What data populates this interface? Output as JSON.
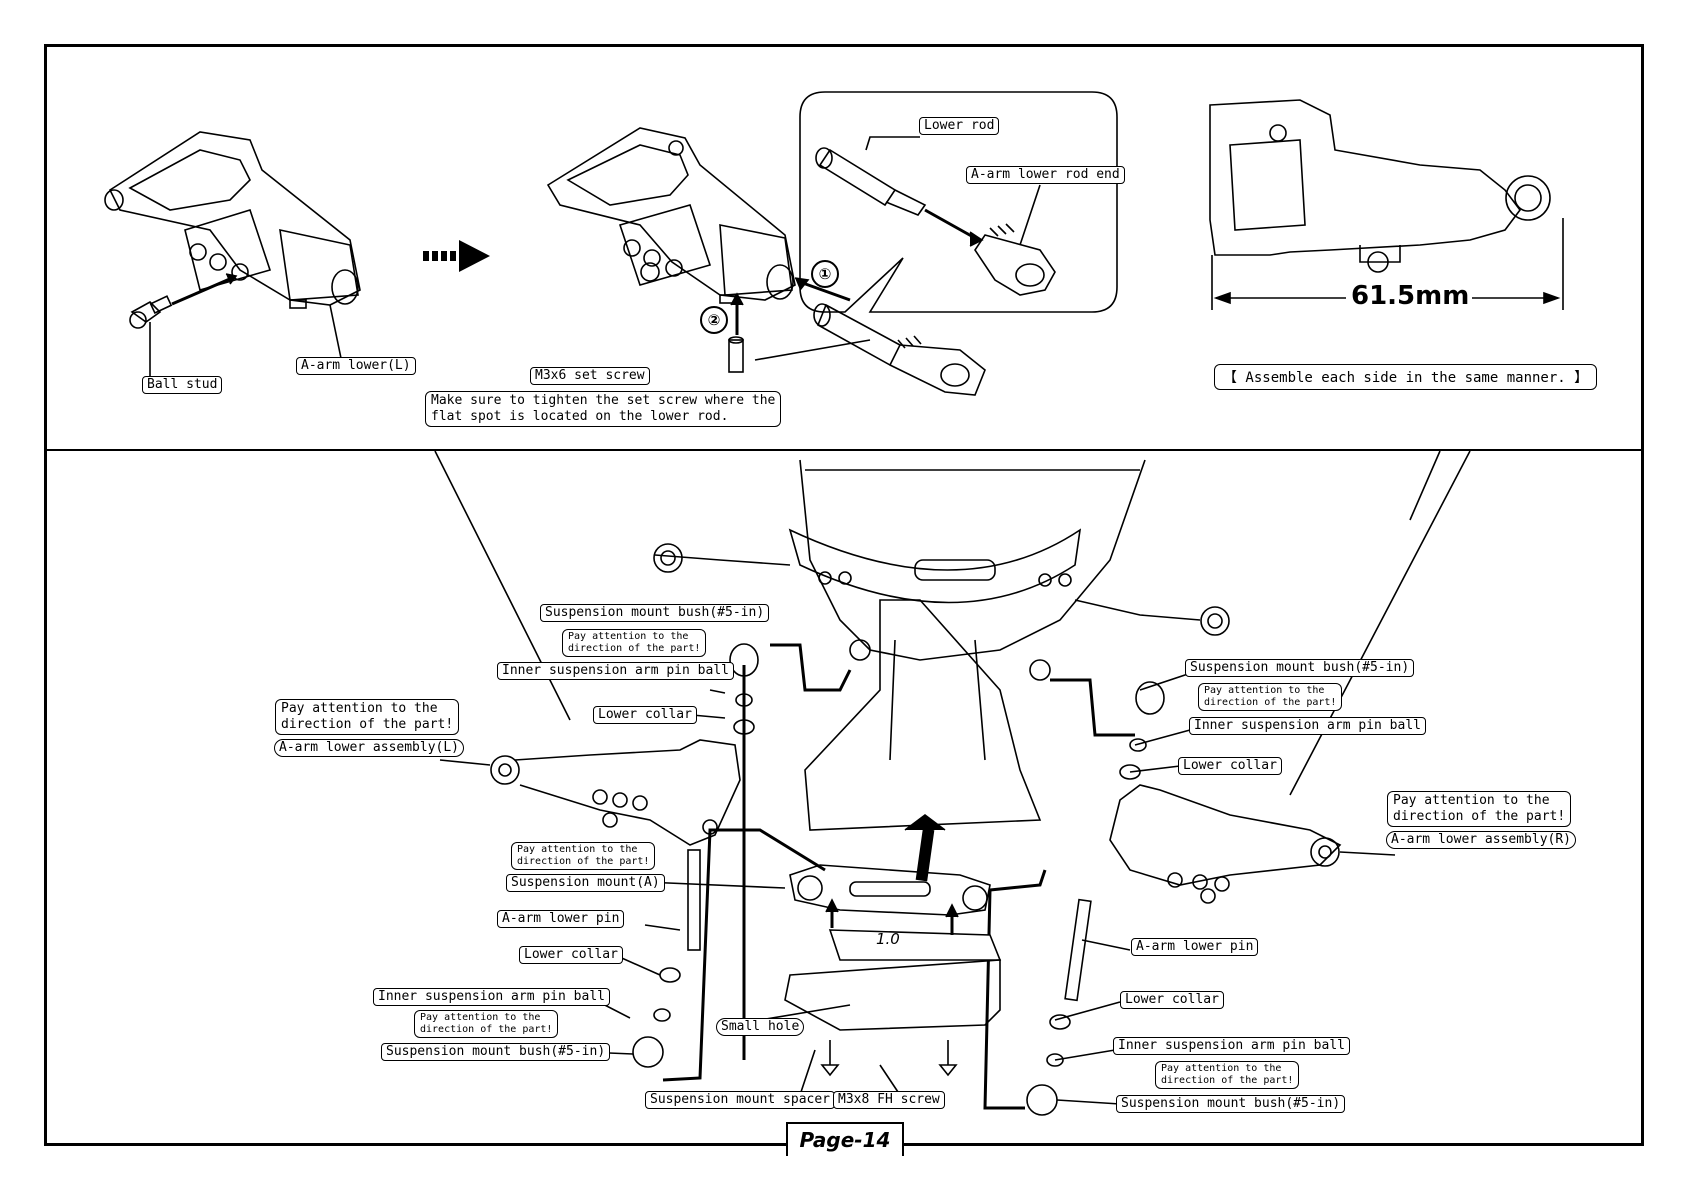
{
  "top": {
    "ball_stud": "Ball stud",
    "a_arm_lower_l": "A-arm lower(L)",
    "set_screw": "M3x6 set screw",
    "set_screw_note": {
      "line1": "Make sure to tighten the set screw where the",
      "line2": "flat spot is located on the lower rod."
    },
    "lower_rod": "Lower rod",
    "rod_end": "A-arm lower rod end",
    "step1": "①",
    "step2": "②",
    "dimension": "61.5mm",
    "assemble_note": "【 Assemble each side in the same manner. 】"
  },
  "left": {
    "bush_top": "Suspension mount bush(#5-in)",
    "note_bush_top": {
      "line1": "Pay attention to the",
      "line2": "direction of the part!"
    },
    "pin_ball_top": "Inner suspension arm pin ball",
    "collar_top": "Lower collar",
    "note_assembly": {
      "line1": "Pay attention to the",
      "line2": "direction of the part!"
    },
    "assembly": "A-arm lower assembly(L)",
    "note_mount": {
      "line1": "Pay attention to the",
      "line2": "direction of the part!"
    },
    "mount_a": "Suspension mount(A)",
    "pin": "A-arm lower pin",
    "collar_bottom": "Lower collar",
    "pin_ball_bottom": "Inner suspension arm pin ball",
    "note_pin_ball": {
      "line1": "Pay attention to the",
      "line2": "direction of the part!"
    },
    "bush_bottom": "Suspension mount bush(#5-in)"
  },
  "center": {
    "spacer_value": "1.0",
    "small_hole": "Small hole",
    "spacer": "Suspension mount spacer",
    "fh_screw": "M3x8 FH screw"
  },
  "right": {
    "bush_top": "Suspension mount bush(#5-in)",
    "note_bush_top": {
      "line1": "Pay attention to the",
      "line2": "direction of the part!"
    },
    "pin_ball_top": "Inner suspension arm pin ball",
    "collar_top": "Lower collar",
    "note_assembly": {
      "line1": "Pay attention to the",
      "line2": "direction of the part!"
    },
    "assembly": "A-arm lower assembly(R)",
    "pin": "A-arm lower pin",
    "collar_bottom": "Lower collar",
    "pin_ball_bottom": "Inner suspension arm pin ball",
    "note_pin_ball": {
      "line1": "Pay attention to the",
      "line2": "direction of the part!"
    },
    "bush_bottom": "Suspension mount bush(#5-in)"
  },
  "page": "Page-14"
}
